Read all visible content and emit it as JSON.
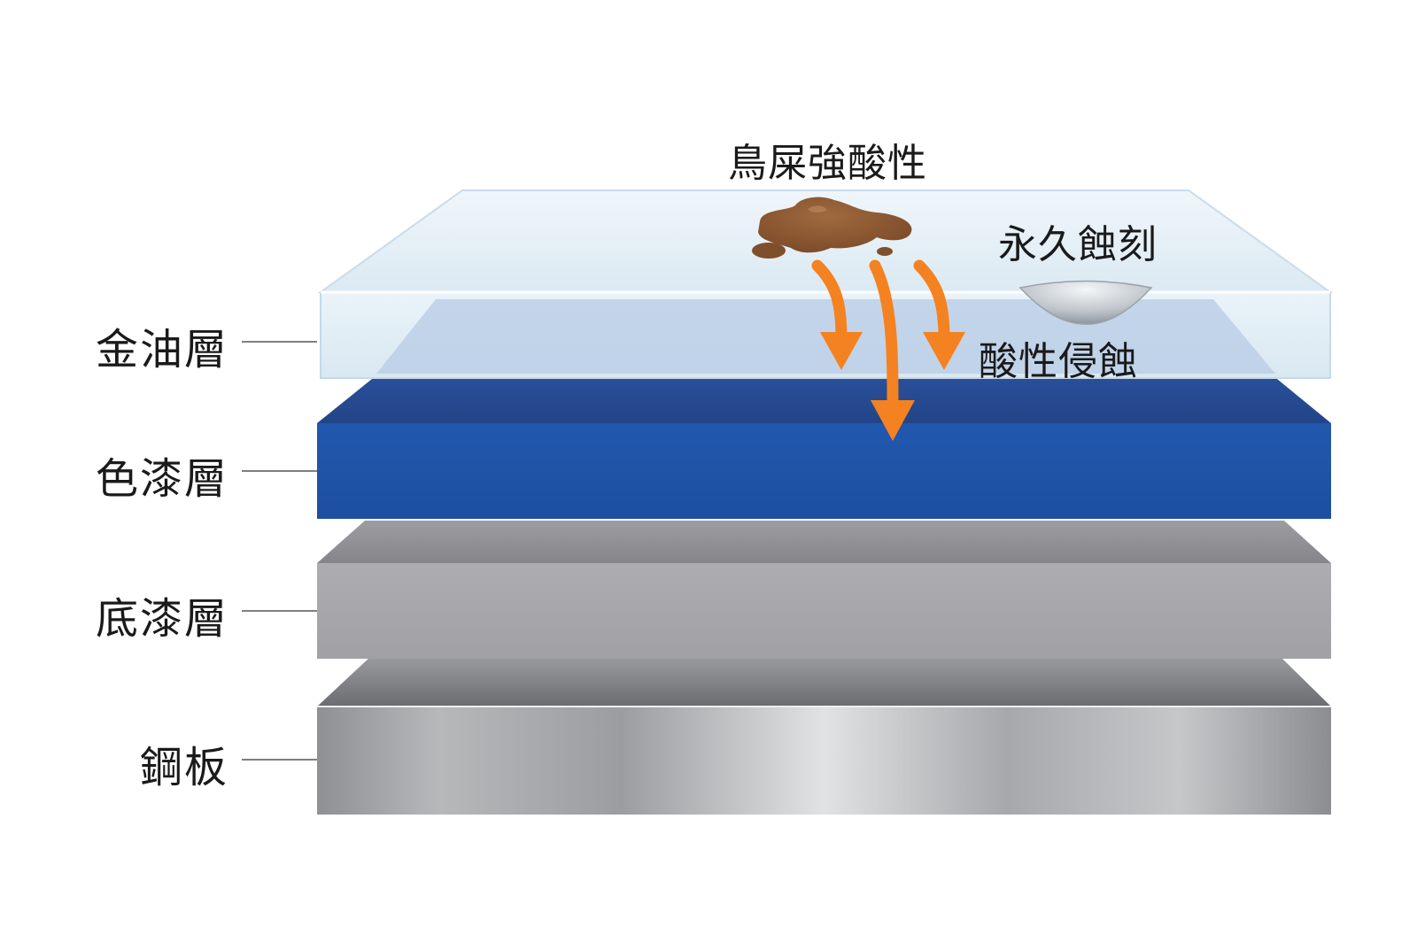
{
  "annotations": {
    "bird_droppings": "鳥屎強酸性",
    "permanent_etch": "永久蝕刻",
    "acid_corrosion": "酸性侵蝕"
  },
  "layers": [
    {
      "label": "金油層",
      "color": "#cfe3f0"
    },
    {
      "label": "色漆層",
      "color": "#1f55ad"
    },
    {
      "label": "底漆層",
      "color": "#a9a9ad"
    },
    {
      "label": "鋼板",
      "color": "#c9c9cb"
    }
  ],
  "colors": {
    "arrow": "#f58220",
    "dropping": "#8a5a36"
  }
}
